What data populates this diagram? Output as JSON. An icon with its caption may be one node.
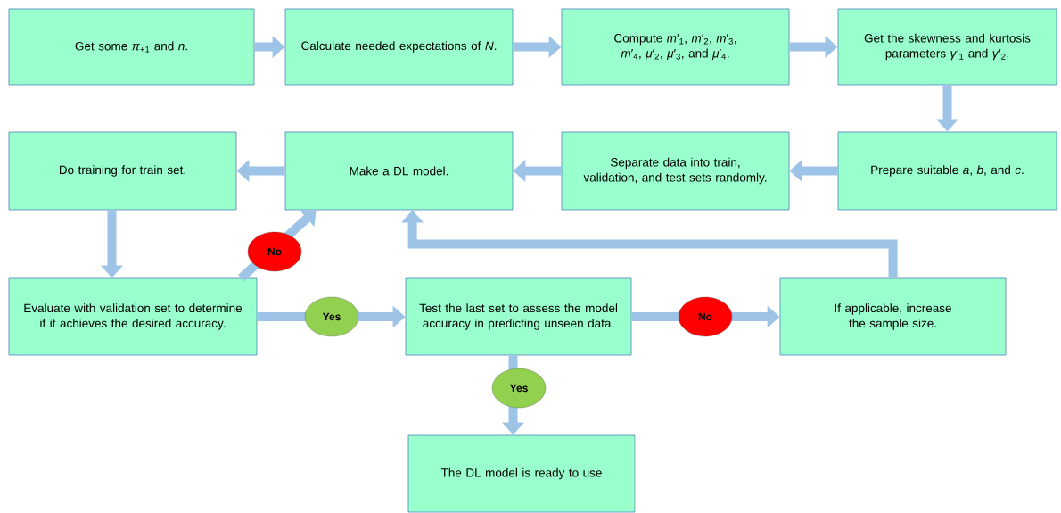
{
  "diagram": {
    "nodes": [
      {
        "text": [
          "Get some *π*$_{+1}$ and *n*."
        ]
      },
      {
        "text": [
          "Calculate needed expectations of *N*."
        ]
      },
      {
        "text": [
          "Compute *m*′$_{1}$, *m*′$_{2}$, *m*′$_{3}$, *m*′$_{4}$, *μ*′$_{2}$, *μ*′$_{3}$, and *μ*′$_{4}$."
        ]
      },
      {
        "text": [
          "Get the skewness and kurtosis parameters *γ*′$_{1}$ and *γ*′$_{2}$."
        ]
      },
      {
        "text": [
          "Prepare suitable *a*, *b*, and *c*."
        ]
      },
      {
        "text": [
          "Separate data into train, validation, and test sets randomly."
        ]
      },
      {
        "text": [
          "Make a DL model."
        ]
      },
      {
        "text": [
          "Do training for train set."
        ]
      },
      {
        "text": [
          "Evaluate with validation set to determine if it achieves the desired accuracy."
        ]
      },
      {
        "text": [
          "Test the last set to assess the model accuracy in predicting unseen data."
        ]
      },
      {
        "text": [
          "If applicable, increase the sample size."
        ]
      },
      {
        "text": [
          "The DL model is ready to use"
        ]
      }
    ],
    "edges": [
      {
        "from": 0,
        "to": 1,
        "arrow": "to"
      },
      {
        "from": 1,
        "to": 2,
        "arrow": "to"
      },
      {
        "from": 2,
        "to": 3,
        "arrow": "to"
      },
      {
        "from": 3,
        "to": 4,
        "arrow": "to"
      },
      {
        "from": 4,
        "to": 5,
        "arrow": "to"
      },
      {
        "from": 5,
        "to": 6,
        "arrow": "to"
      },
      {
        "from": 6,
        "to": 7,
        "arrow": "to"
      },
      {
        "from": 7,
        "to": 8,
        "arrow": "to"
      },
      {
        "from": 8,
        "to": 6,
        "arrow": "to",
        "label": "No"
      },
      {
        "from": 8,
        "to": 9,
        "arrow": "to",
        "label": "Yes"
      },
      {
        "from": 9,
        "to": 10,
        "arrow": "to",
        "label": "No"
      },
      {
        "from": 10,
        "to": 6,
        "arrow": "to"
      },
      {
        "from": 9,
        "to": 11,
        "arrow": "to",
        "label": "Yes"
      }
    ]
  }
}
